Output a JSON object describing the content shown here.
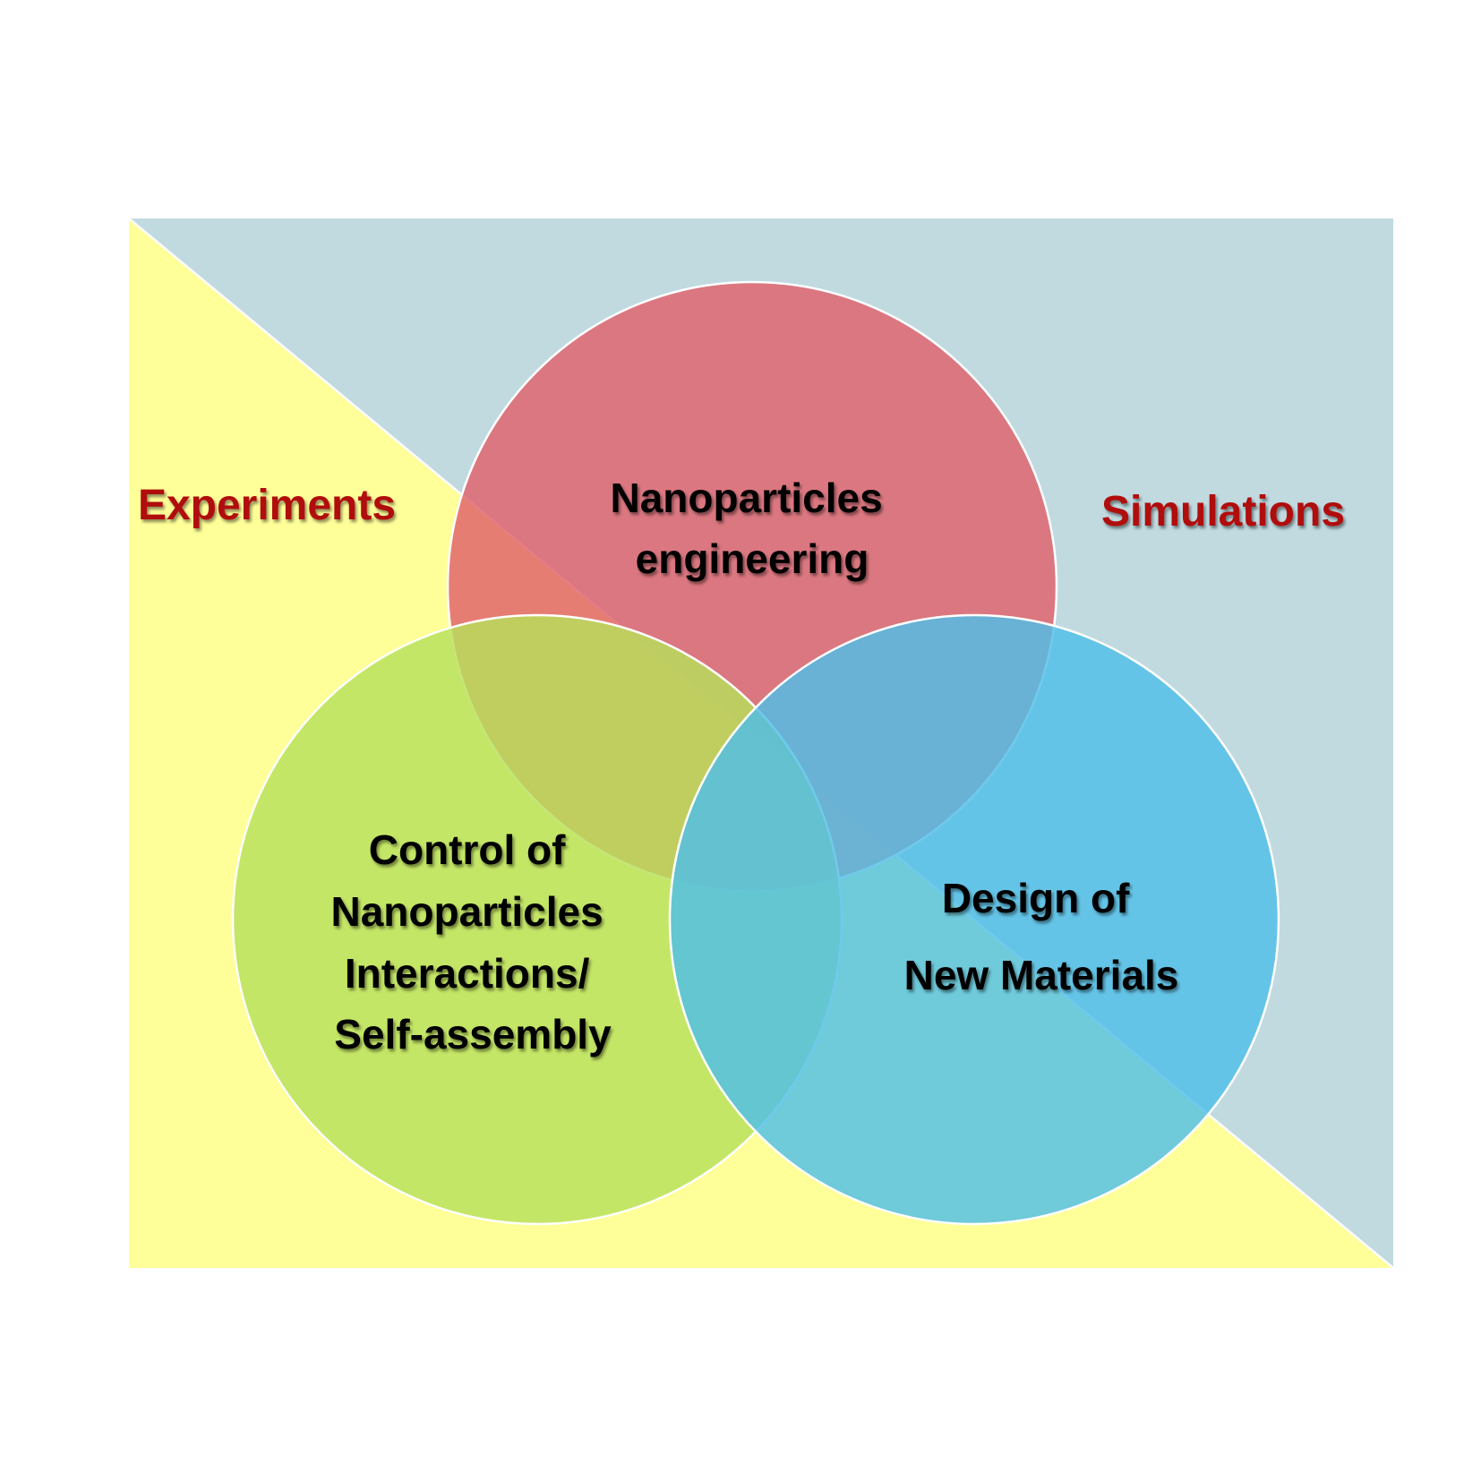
{
  "background": {
    "left_region": {
      "label": "Experiments",
      "color": "#FFFF99"
    },
    "right_region": {
      "label": "Simulations",
      "color": "#C0DAE0"
    },
    "label_color": "#B01010"
  },
  "circles": [
    {
      "id": "top",
      "lines": [
        "Nanoparticles",
        "engineering"
      ],
      "color": "#E0606A"
    },
    {
      "id": "bottom-left",
      "lines": [
        "Control of",
        "Nanoparticles",
        "Interactions/",
        "Self-assembly"
      ],
      "color": "#B7E05A"
    },
    {
      "id": "bottom-right",
      "lines": [
        "Design of",
        "New Materials"
      ],
      "color": "#4FBEE8"
    }
  ]
}
